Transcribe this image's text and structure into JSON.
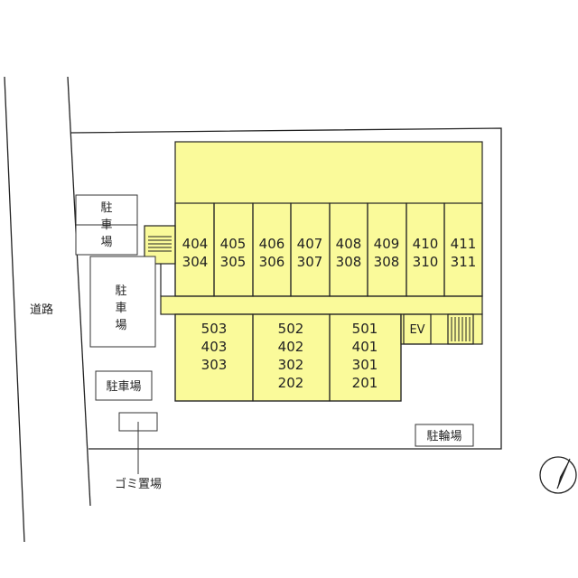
{
  "road": {
    "label": "道路"
  },
  "parking": {
    "upper": [
      "駐",
      "車",
      "場"
    ],
    "middle": [
      "駐",
      "車",
      "場"
    ],
    "lower": "駐車場"
  },
  "bike_parking": "駐輪場",
  "trash": "ゴミ置場",
  "elevator": "EV",
  "rear_units": [
    [
      "404",
      "304"
    ],
    [
      "405",
      "305"
    ],
    [
      "406",
      "306"
    ],
    [
      "407",
      "307"
    ],
    [
      "408",
      "308"
    ],
    [
      "409",
      "308"
    ],
    [
      "410",
      "310"
    ],
    [
      "411",
      "311"
    ]
  ],
  "front_units": [
    [
      "503",
      "403",
      "303"
    ],
    [
      "502",
      "402",
      "302",
      "202"
    ],
    [
      "501",
      "401",
      "301",
      "201"
    ]
  ],
  "colors": {
    "building": "#fafa9a",
    "outline": "#222222"
  }
}
